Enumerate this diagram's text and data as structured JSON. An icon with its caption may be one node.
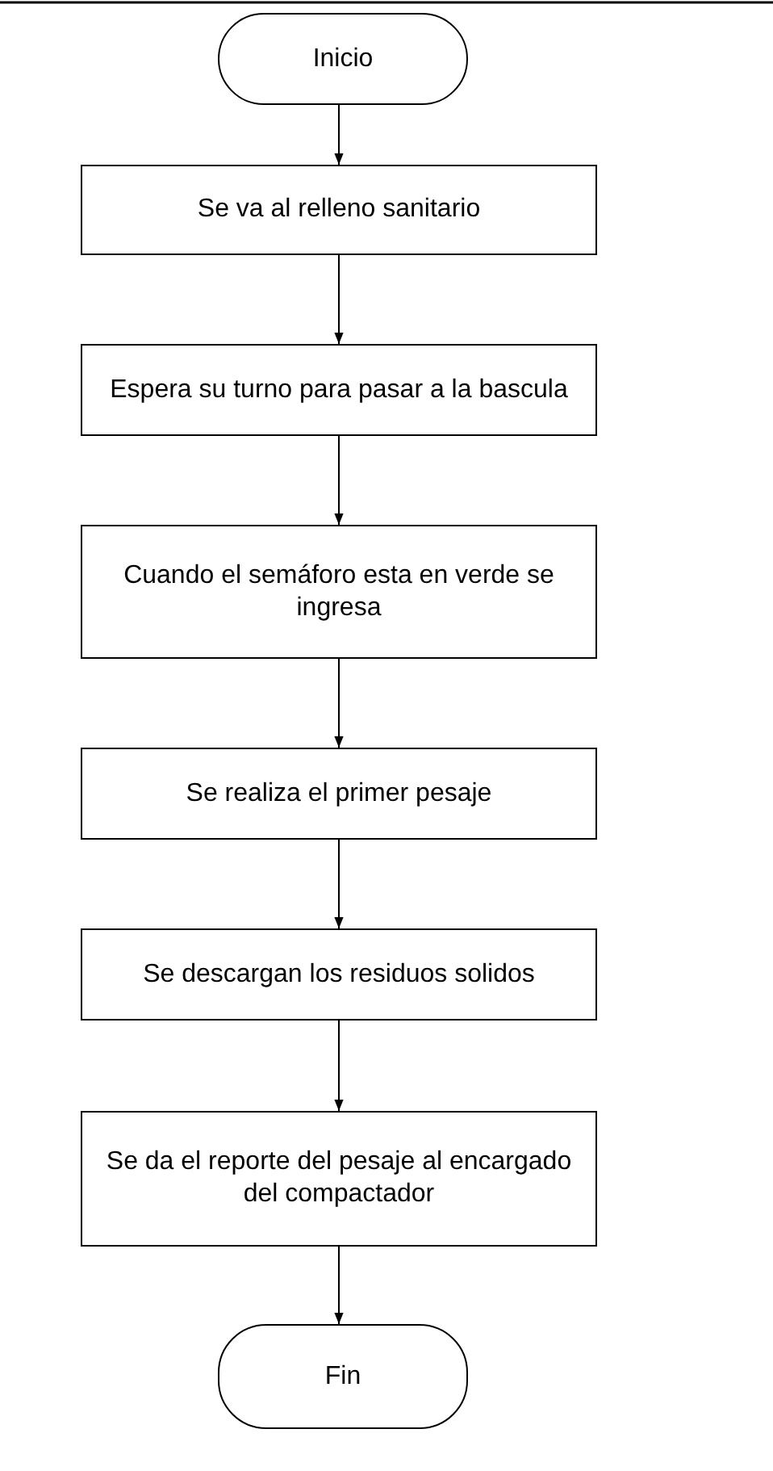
{
  "diagram": {
    "nodes": [
      {
        "text": [
          "Inicio"
        ]
      },
      {
        "text": [
          "Se va al relleno sanitario"
        ]
      },
      {
        "text": [
          "Espera su turno para pasar a la bascula"
        ]
      },
      {
        "text": [
          "Cuando el semáforo esta en verde se ingresa"
        ]
      },
      {
        "text": [
          "Se realiza el primer pesaje"
        ]
      },
      {
        "text": [
          "Se descargan los residuos solidos"
        ]
      },
      {
        "text": [
          "Se da el reporte del pesaje al encargado del compactador"
        ]
      },
      {
        "text": [
          "Fin"
        ]
      }
    ],
    "edges": [
      {
        "from": 0,
        "to": 1,
        "arrow": "to"
      },
      {
        "from": 1,
        "to": 2,
        "arrow": "to"
      },
      {
        "from": 2,
        "to": 3,
        "arrow": "to"
      },
      {
        "from": 3,
        "to": 4,
        "arrow": "to"
      },
      {
        "from": 4,
        "to": 5,
        "arrow": "to"
      },
      {
        "from": 5,
        "to": 6,
        "arrow": "to"
      },
      {
        "from": 6,
        "to": 7,
        "arrow": "to"
      }
    ]
  }
}
